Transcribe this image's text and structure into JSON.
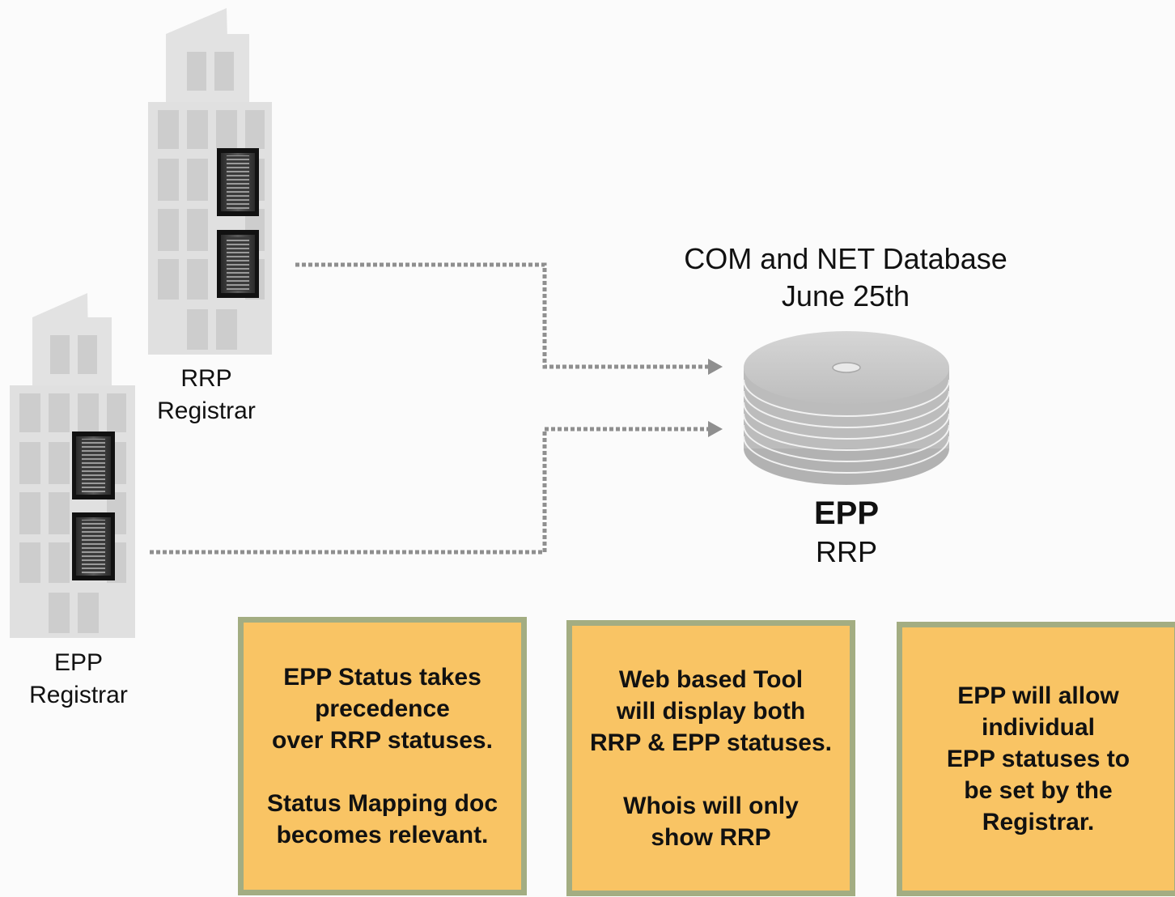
{
  "registrars": [
    {
      "line1": "RRP",
      "line2": "Registrar"
    },
    {
      "line1": "EPP",
      "line2": "Registrar"
    }
  ],
  "database": {
    "title_line1": "COM and NET Database",
    "title_line2": "June 25th",
    "primary_protocol": "EPP",
    "secondary_protocol": "RRP"
  },
  "notes": [
    {
      "text": "EPP Status takes\nprecedence\nover RRP statuses.\n\nStatus Mapping doc\nbecomes relevant."
    },
    {
      "text": "Web based Tool\nwill display both\nRRP & EPP statuses.\n\nWhois will only\nshow RRP"
    },
    {
      "text": "EPP will allow\nindividual\nEPP statuses to\nbe set by the\nRegistrar."
    }
  ],
  "colors": {
    "note_fill": "#f9c464",
    "note_border": "#a3ad82",
    "building": "#e0e0e0",
    "window": "#cdcdcd",
    "connector": "#8f8f8f",
    "disk": "#c4c4c4"
  },
  "icons": [
    "building-icon",
    "server-icon",
    "database-disk-icon",
    "arrow-icon"
  ]
}
